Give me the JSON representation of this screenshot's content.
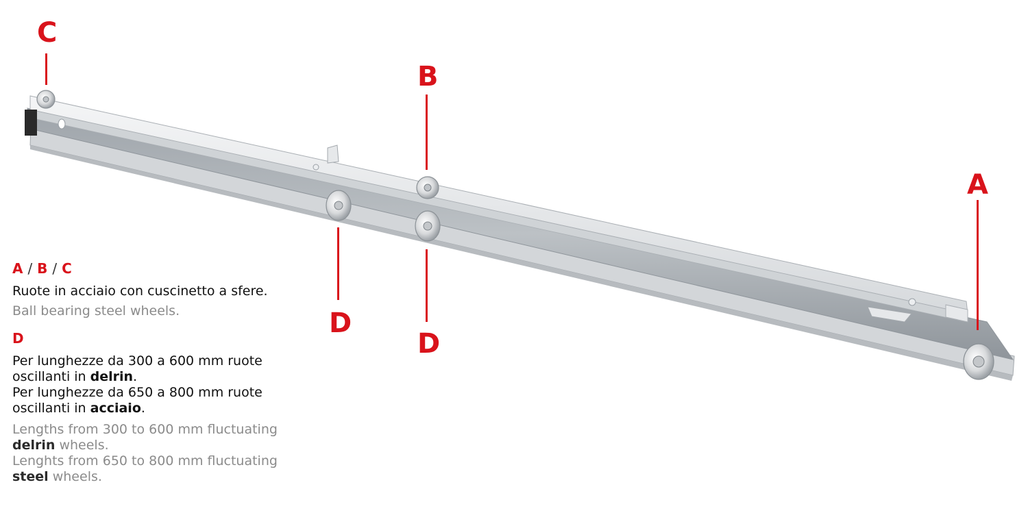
{
  "callouts": {
    "a": "A",
    "b": "B",
    "c": "C",
    "d1": "D",
    "d2": "D"
  },
  "legend_abc": {
    "label_a": "A",
    "sep1": "/",
    "label_b": "B",
    "sep2": "/",
    "label_c": "C",
    "it": "Ruote in acciaio con cuscinetto a sfere.",
    "en": "Ball bearing steel wheels."
  },
  "legend_d": {
    "label": "D",
    "it1_pre": "Per lunghezze da 300 a 600 mm ruote oscillanti in ",
    "it1_bold": "delrin",
    "it1_post": ".",
    "it2_pre": "Per lunghezze da 650 a 800 mm ruote oscillanti in ",
    "it2_bold": "acciaio",
    "it2_post": ".",
    "en1_pre": "Lengths from 300 to 600 mm fluctuating ",
    "en1_bold": "delrin",
    "en1_post": " wheels.",
    "en2_pre": "Lenghts from 650 to 800 mm fluctuating ",
    "en2_bold": "steel",
    "en2_post": " wheels."
  },
  "colors": {
    "accent": "#d9131b",
    "rail_light": "#e6e8ea",
    "rail_mid": "#c9cdd1",
    "rail_dark": "#9aa0a6",
    "wheel": "#d4d6d8"
  }
}
